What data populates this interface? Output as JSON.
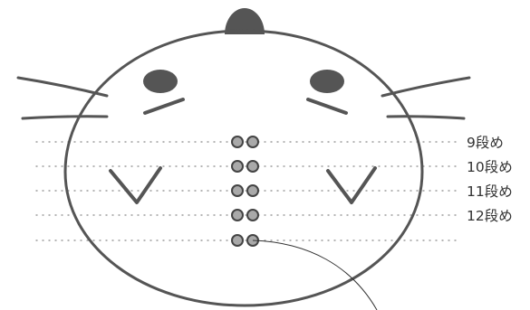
{
  "diagram": {
    "rows": [
      {
        "label": "9段め"
      },
      {
        "label": "10段め"
      },
      {
        "label": "11段め"
      },
      {
        "label": "12段め"
      }
    ],
    "colors": {
      "outline": "#555555",
      "fill": "#ffffff",
      "features": "#555555",
      "bead_fill": "#a9a9a9",
      "bead_stroke": "#444444",
      "guide_dots": "#888888",
      "label_text": "#333333"
    }
  }
}
